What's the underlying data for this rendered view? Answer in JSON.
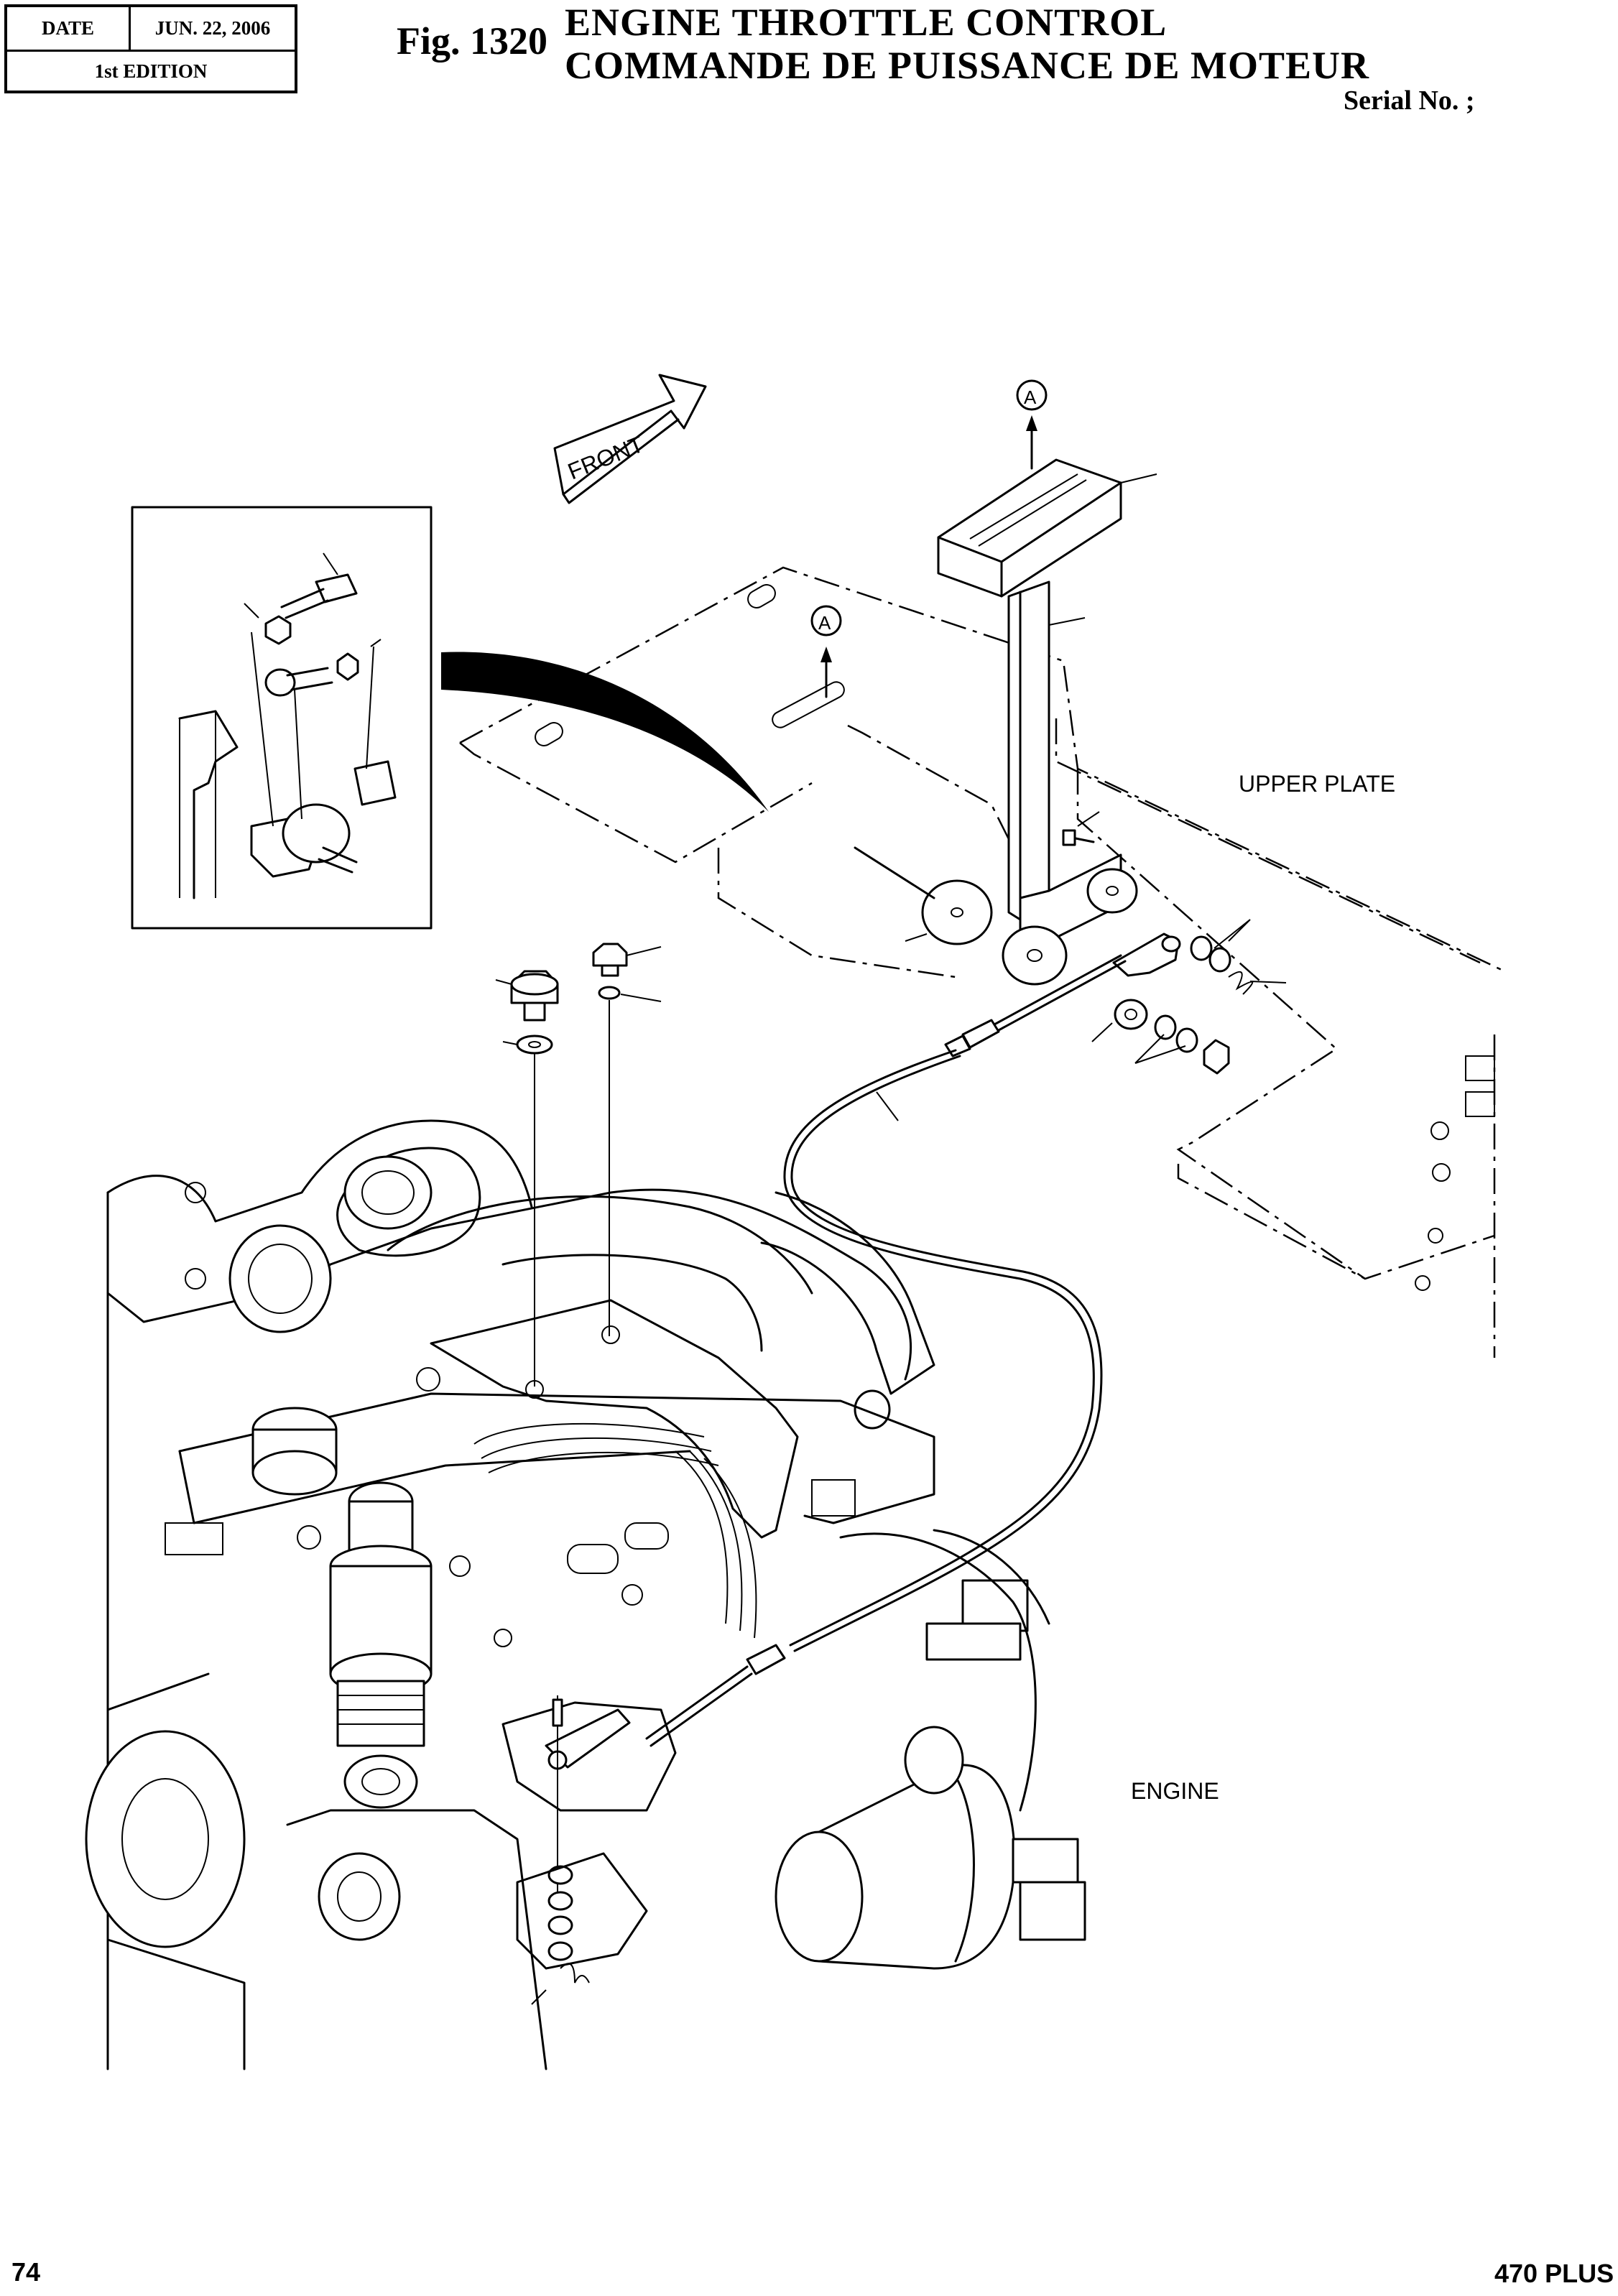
{
  "header": {
    "date_label": "DATE",
    "date_value": "JUN. 22, 2006",
    "edition": "1st EDITION",
    "figure": "Fig. 1320",
    "title_en": "ENGINE THROTTLE CONTROL",
    "title_fr": "COMMANDE DE PUISSANCE DE MOTEUR",
    "serial": "Serial No. ;"
  },
  "diagram": {
    "front_label": "FRONT",
    "upper_plate_label": "UPPER PLATE",
    "engine_label": "ENGINE",
    "callout_a_top": "A",
    "callout_a_plate": "A"
  },
  "footer": {
    "page": "74",
    "model": "470 PLUS"
  }
}
